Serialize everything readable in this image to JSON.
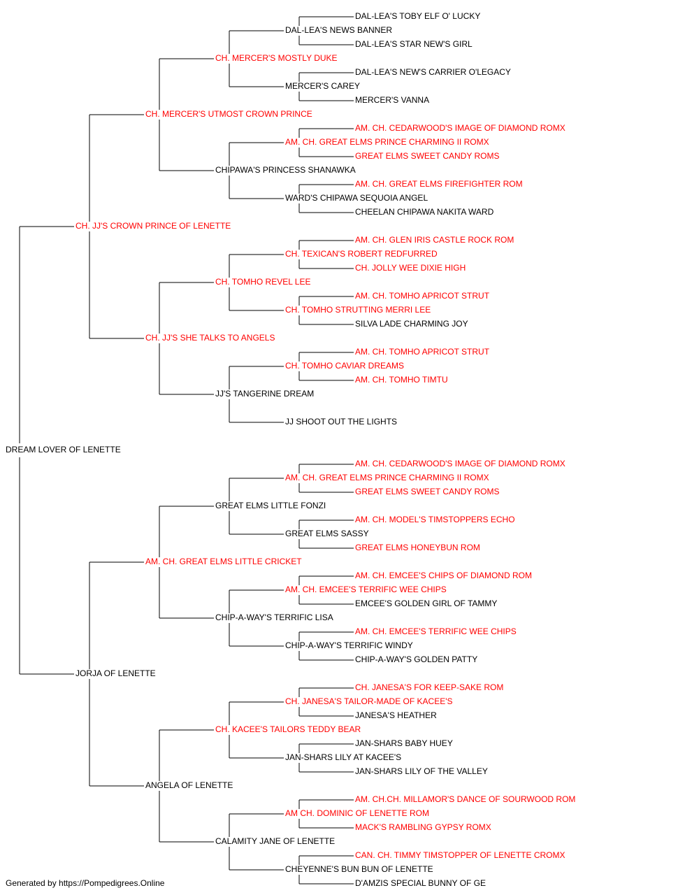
{
  "colors": {
    "titled": "#ff0000",
    "plain": "#000000",
    "line": "#000000"
  },
  "pedigree": {
    "name": "DREAM LOVER OF LENETTE",
    "titled": false,
    "sire": {
      "name": "CH. JJ'S CROWN PRINCE OF LENETTE",
      "titled": true,
      "sire": {
        "name": "CH. MERCER'S UTMOST CROWN PRINCE",
        "titled": true,
        "sire": {
          "name": "CH. MERCER'S MOSTLY DUKE",
          "titled": true,
          "sire": {
            "name": "DAL-LEA'S NEWS BANNER",
            "titled": false,
            "sire": {
              "name": "DAL-LEA'S TOBY ELF O' LUCKY",
              "titled": false
            },
            "dam": {
              "name": "DAL-LEA'S STAR NEW'S GIRL",
              "titled": false
            }
          },
          "dam": {
            "name": "MERCER'S CAREY",
            "titled": false,
            "sire": {
              "name": "DAL-LEA'S NEW'S CARRIER O'LEGACY",
              "titled": false
            },
            "dam": {
              "name": "MERCER'S VANNA",
              "titled": false
            }
          }
        },
        "dam": {
          "name": "CHIPAWA'S PRINCESS SHANAWKA",
          "titled": false,
          "sire": {
            "name": "AM. CH. GREAT ELMS PRINCE CHARMING II ROMX",
            "titled": true,
            "sire": {
              "name": "AM. CH. CEDARWOOD'S IMAGE OF DIAMOND ROMX",
              "titled": true
            },
            "dam": {
              "name": "GREAT ELMS SWEET CANDY ROMS",
              "titled": true
            }
          },
          "dam": {
            "name": "WARD'S CHIPAWA SEQUOIA ANGEL",
            "titled": false,
            "sire": {
              "name": "AM. CH. GREAT ELMS FIREFIGHTER ROM",
              "titled": true
            },
            "dam": {
              "name": "CHEELAN CHIPAWA NAKITA WARD",
              "titled": false
            }
          }
        }
      },
      "dam": {
        "name": "CH. JJ'S SHE TALKS TO ANGELS",
        "titled": true,
        "sire": {
          "name": "CH. TOMHO REVEL LEE",
          "titled": true,
          "sire": {
            "name": "CH. TEXICAN'S ROBERT REDFURRED",
            "titled": true,
            "sire": {
              "name": "AM. CH. GLEN IRIS CASTLE ROCK ROM",
              "titled": true
            },
            "dam": {
              "name": "CH. JOLLY WEE DIXIE HIGH",
              "titled": true
            }
          },
          "dam": {
            "name": "CH. TOMHO STRUTTING MERRI LEE",
            "titled": true,
            "sire": {
              "name": "AM. CH. TOMHO APRICOT STRUT",
              "titled": true
            },
            "dam": {
              "name": "SILVA LADE CHARMING JOY",
              "titled": false
            }
          }
        },
        "dam": {
          "name": "JJ'S TANGERINE DREAM",
          "titled": false,
          "sire": {
            "name": "CH. TOMHO CAVIAR DREAMS",
            "titled": true,
            "sire": {
              "name": "AM. CH. TOMHO APRICOT STRUT",
              "titled": true
            },
            "dam": {
              "name": "AM. CH. TOMHO TIMTU",
              "titled": true
            }
          },
          "dam": {
            "name": "JJ SHOOT OUT THE LIGHTS",
            "titled": false
          }
        }
      }
    },
    "dam": {
      "name": "JORJA OF LENETTE",
      "titled": false,
      "sire": {
        "name": "AM. CH. GREAT ELMS LITTLE CRICKET",
        "titled": true,
        "sire": {
          "name": "GREAT ELMS LITTLE FONZI",
          "titled": false,
          "sire": {
            "name": "AM. CH. GREAT ELMS PRINCE CHARMING II ROMX",
            "titled": true,
            "sire": {
              "name": "AM. CH. CEDARWOOD'S IMAGE OF DIAMOND ROMX",
              "titled": true
            },
            "dam": {
              "name": "GREAT ELMS SWEET CANDY ROMS",
              "titled": true
            }
          },
          "dam": {
            "name": "GREAT ELMS SASSY",
            "titled": false,
            "sire": {
              "name": "AM. CH. MODEL'S TIMSTOPPERS ECHO",
              "titled": true
            },
            "dam": {
              "name": "GREAT ELMS HONEYBUN ROM",
              "titled": true
            }
          }
        },
        "dam": {
          "name": "CHIP-A-WAY'S TERRIFIC LISA",
          "titled": false,
          "sire": {
            "name": "AM. CH. EMCEE'S TERRIFIC WEE CHIPS",
            "titled": true,
            "sire": {
              "name": "AM. CH. EMCEE'S CHIPS OF DIAMOND ROM",
              "titled": true
            },
            "dam": {
              "name": "EMCEE'S GOLDEN GIRL OF TAMMY",
              "titled": false
            }
          },
          "dam": {
            "name": "CHIP-A-WAY'S TERRIFIC WINDY",
            "titled": false,
            "sire": {
              "name": "AM. CH. EMCEE'S TERRIFIC WEE CHIPS",
              "titled": true
            },
            "dam": {
              "name": "CHIP-A-WAY'S GOLDEN PATTY",
              "titled": false
            }
          }
        }
      },
      "dam": {
        "name": "ANGELA OF LENETTE",
        "titled": false,
        "sire": {
          "name": "CH. KACEE'S TAILORS TEDDY BEAR",
          "titled": true,
          "sire": {
            "name": "CH. JANESA'S TAILOR-MADE OF KACEE'S",
            "titled": true,
            "sire": {
              "name": "CH. JANESA'S FOR KEEP-SAKE ROM",
              "titled": true
            },
            "dam": {
              "name": "JANESA'S HEATHER",
              "titled": false
            }
          },
          "dam": {
            "name": "JAN-SHARS LILY AT KACEE'S",
            "titled": false,
            "sire": {
              "name": "JAN-SHARS BABY HUEY",
              "titled": false
            },
            "dam": {
              "name": "JAN-SHARS LILY OF THE VALLEY",
              "titled": false
            }
          }
        },
        "dam": {
          "name": "CALAMITY JANE OF LENETTE",
          "titled": false,
          "sire": {
            "name": "AM CH. DOMINIC OF LENETTE ROM",
            "titled": true,
            "sire": {
              "name": "AM. CH.CH. MILLAMOR'S DANCE OF SOURWOOD ROM",
              "titled": true
            },
            "dam": {
              "name": "MACK'S RAMBLING GYPSY ROMX",
              "titled": true
            }
          },
          "dam": {
            "name": "CHEYENNE'S BUN BUN OF LENETTE",
            "titled": false,
            "sire": {
              "name": "CAN. CH. TIMMY TIMSTOPPER OF LENETTE CROMX",
              "titled": true
            },
            "dam": {
              "name": "D'AMZIS SPECIAL BUNNY OF GE",
              "titled": false
            }
          }
        }
      }
    }
  },
  "footer": {
    "credit": "Generated by https://Pompedigrees.Online"
  }
}
